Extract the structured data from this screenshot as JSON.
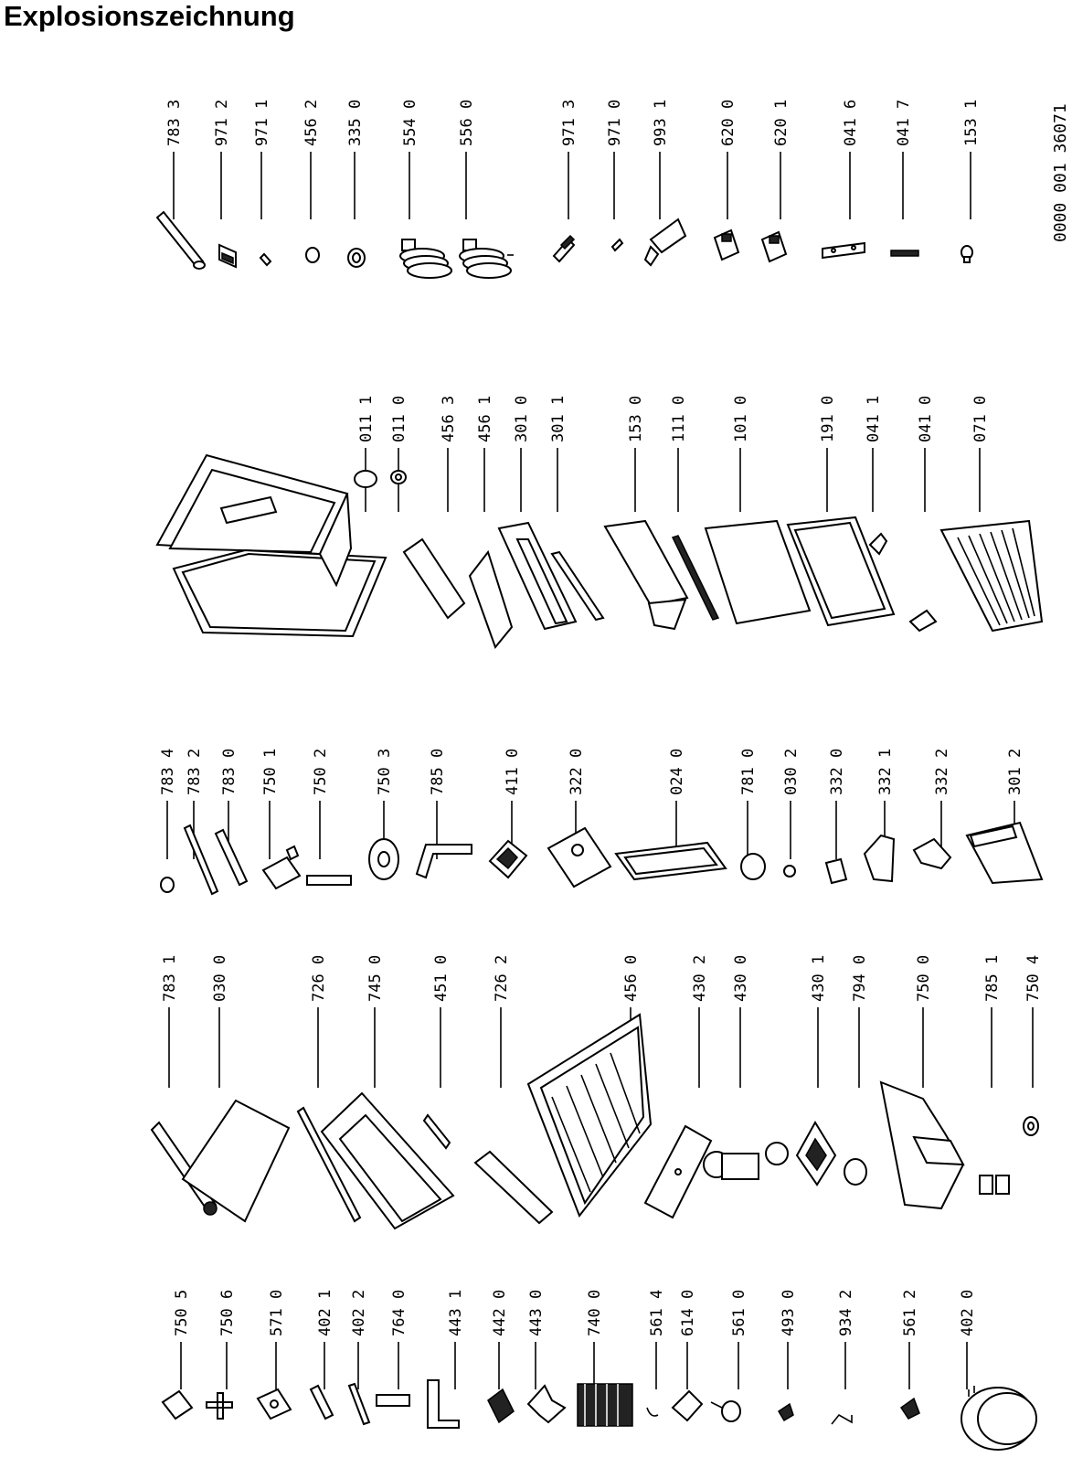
{
  "title": "Explosionszeichnung",
  "doc_number": "0000 001 36071",
  "columns": [
    {
      "id": "col1",
      "labels": [
        "783 3",
        "971 2",
        "971 1",
        "456 2",
        "335 0",
        "554 0",
        "556 0",
        "971 3",
        "971 0",
        "993 1",
        "620 0",
        "620 1",
        "041 6",
        "041 7",
        "153 1"
      ]
    },
    {
      "id": "col2",
      "labels": [
        "011 1",
        "011 0",
        "456 3",
        "456 1",
        "301 0",
        "301 1",
        "153 0",
        "111 0",
        "101 0",
        "191 0",
        "041 1",
        "041 0",
        "071 0"
      ]
    },
    {
      "id": "col3",
      "labels": [
        "783 4",
        "783 2",
        "783 0",
        "750 1",
        "750 2",
        "750 3",
        "785 0",
        "411 0",
        "322 0",
        "024 0",
        "781 0",
        "030 2",
        "332 0",
        "332 1",
        "332 2",
        "301 2"
      ]
    },
    {
      "id": "col4",
      "labels": [
        "783 1",
        "030 0",
        "726 0",
        "745 0",
        "451 0",
        "726 2",
        "456 0",
        "430 2",
        "430 0",
        "430 1",
        "794 0",
        "750 0",
        "785 1",
        "750 4"
      ]
    },
    {
      "id": "col5",
      "labels": [
        "750 5",
        "750 6",
        "571 0",
        "402 1",
        "402 2",
        "764 0",
        "443 1",
        "442 0",
        "443 0",
        "740 0",
        "561 4",
        "614 0",
        "561 0",
        "493 0",
        "934 2",
        "561 2",
        "402 0"
      ]
    }
  ]
}
